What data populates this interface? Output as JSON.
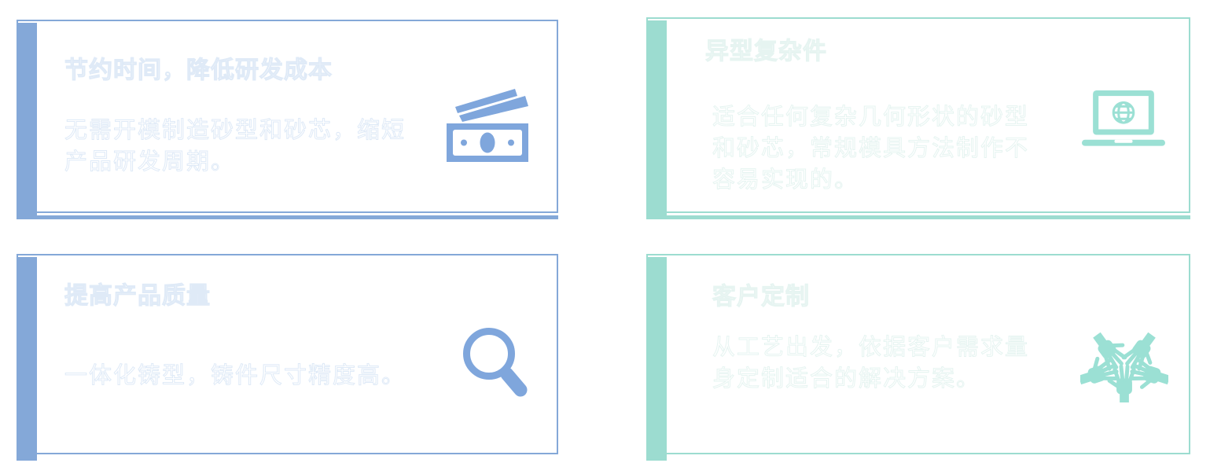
{
  "page": {
    "background": "#ffffff",
    "language": "zh-CN"
  },
  "colors": {
    "blue_accent": "#84a8d8",
    "blue_icon": "#7fa6dc",
    "blue_text_outline": "#dfeaf7",
    "teal_accent": "#9cdcd0",
    "teal_icon": "#9be0d4",
    "teal_text_outline": "#e6f4f1",
    "glitch_title_outline": "#161616"
  },
  "cards": [
    {
      "theme": "blue",
      "title": "节约时间，降低研发成本",
      "body": "无需开模制造砂型和砂芯，缩短产品研发周期。",
      "icon": "banknotes-icon"
    },
    {
      "theme": "teal",
      "title": "异型复杂件",
      "body": "适合任何复杂几何形状的砂型和砂芯，常规模具方法制作不容易实现的。",
      "icon": "laptop-globe-icon",
      "title_render_glitched": true
    },
    {
      "theme": "blue",
      "title": "提高产品质量",
      "body": "一体化铸型，铸件尺寸精度高。",
      "icon": "magnifier-icon"
    },
    {
      "theme": "teal",
      "title": "客户定制",
      "body": "从工艺出发，依据客户需求量身定制适合的解决方案。",
      "icon": "hands-teamwork-icon"
    }
  ]
}
